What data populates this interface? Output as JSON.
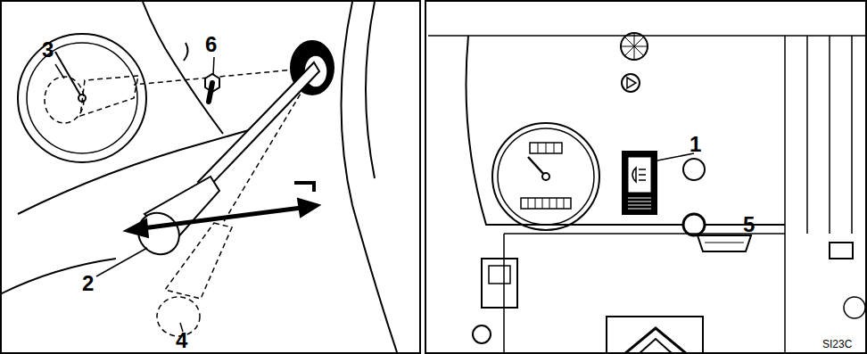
{
  "diagram": {
    "labels": [
      "3",
      "6",
      "2",
      "4",
      "1",
      "5",
      "SI23C"
    ]
  }
}
